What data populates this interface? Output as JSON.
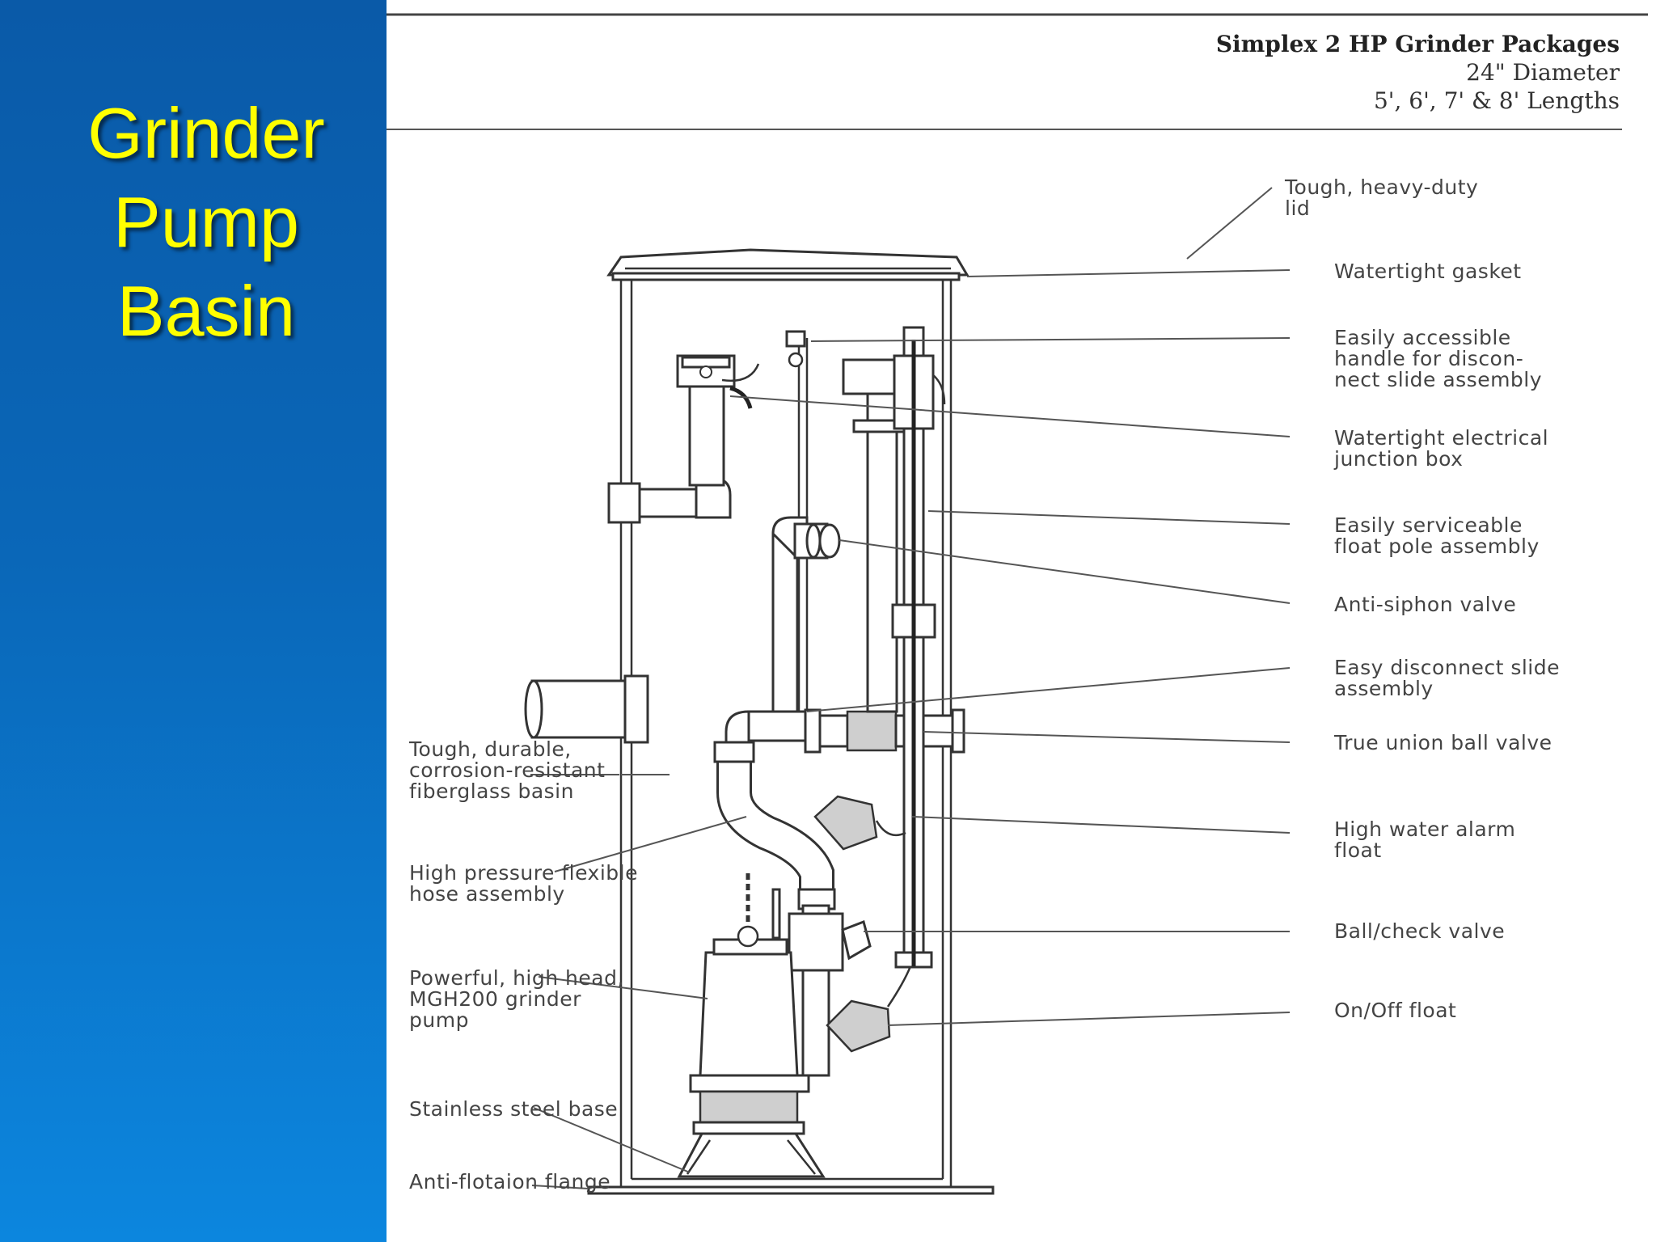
{
  "slide_title": [
    "Grinder",
    "Pump",
    "Basin"
  ],
  "header": {
    "title": "Simplex 2 HP Grinder Packages",
    "diameter": "24\" Diameter",
    "lengths": "5', 6', 7' & 8' Lengths"
  },
  "labels_right": [
    [
      "Tough, heavy-duty",
      "lid"
    ],
    [
      "Watertight gasket"
    ],
    [
      "Easily accessible",
      "handle for discon-",
      "nect slide assembly"
    ],
    [
      "Watertight electrical",
      "junction box"
    ],
    [
      "Easily serviceable",
      "float pole assembly"
    ],
    [
      "Anti-siphon valve"
    ],
    [
      "Easy disconnect slide",
      "assembly"
    ],
    [
      "True union ball valve"
    ],
    [
      "High water alarm",
      "float"
    ],
    [
      "Ball/check valve"
    ],
    [
      "On/Off float"
    ]
  ],
  "labels_left": [
    [
      "Tough, durable,",
      "corrosion-resistant",
      "fiberglass basin"
    ],
    [
      "High pressure flexible",
      "hose assembly"
    ],
    [
      "Powerful, high head,",
      "MGH200 grinder",
      "pump"
    ],
    [
      "Stainless steel base"
    ],
    [
      "Anti-flotaion flange"
    ]
  ],
  "colors": {
    "title_yellow": "#ffff00",
    "sidebar_blue": "#0a67b8"
  }
}
